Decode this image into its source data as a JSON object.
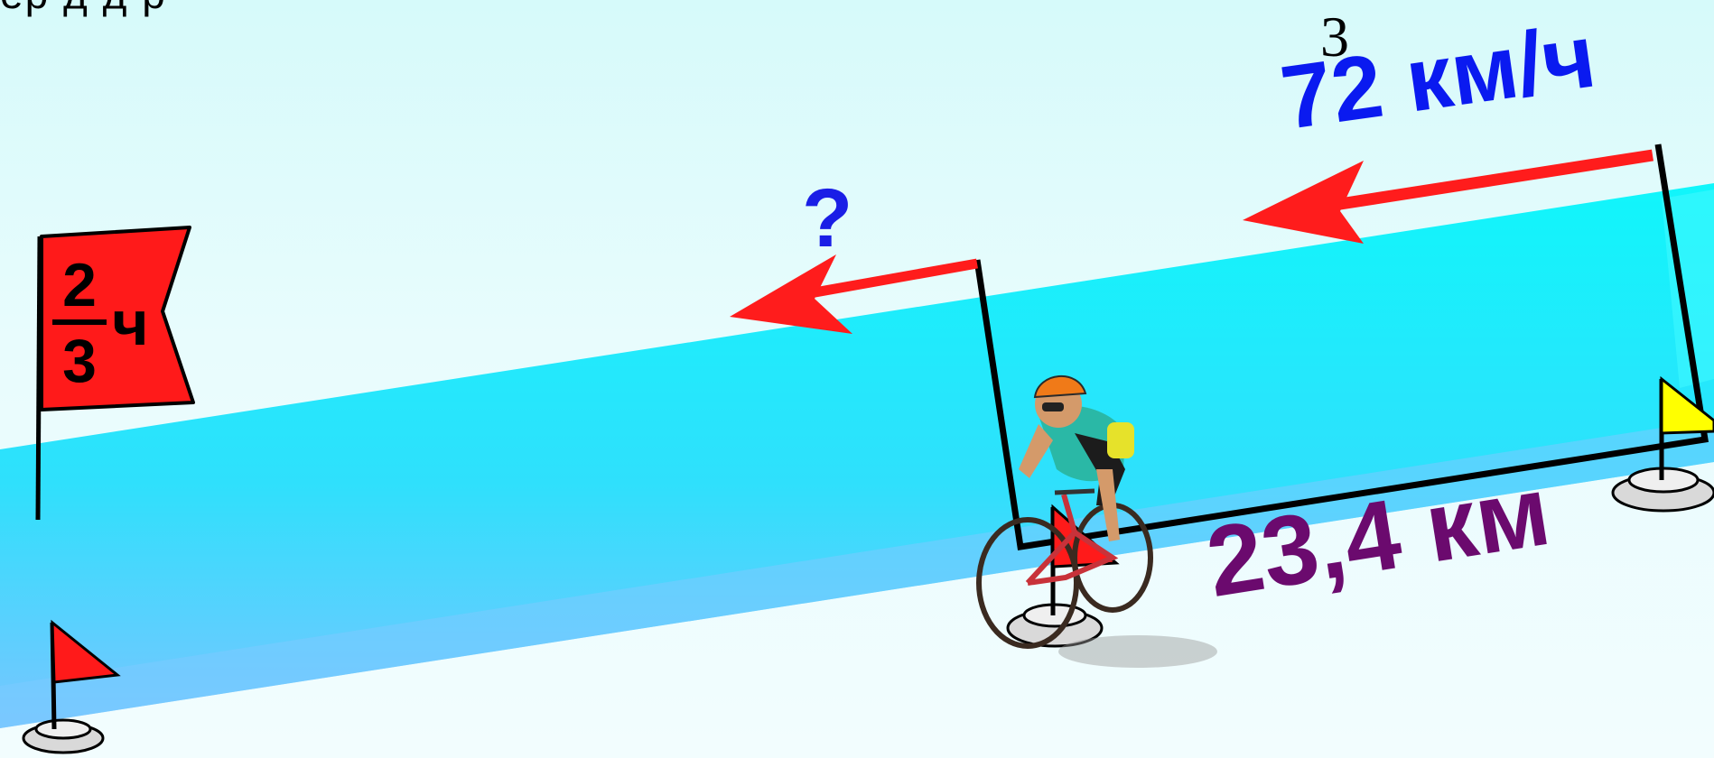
{
  "top_text": "ер   д          д      р",
  "small_number": "3",
  "speed_label": "72 км/ч",
  "question_label": "?",
  "distance_label": "23,4 км",
  "time_flag": {
    "numerator": "2",
    "denominator": "3",
    "unit": "ч"
  },
  "colors": {
    "road": "#18f4fa",
    "road_shadow": "#6cc6ff",
    "arrow": "#ff1c1c",
    "flag_red": "#ff1a1a",
    "flag_yellow": "#ffff00",
    "speed_text": "#0a1af0",
    "distance_text": "#6b0a6e"
  },
  "icons": [
    "red-flag-icon",
    "yellow-flag-icon",
    "cyclist-icon"
  ]
}
